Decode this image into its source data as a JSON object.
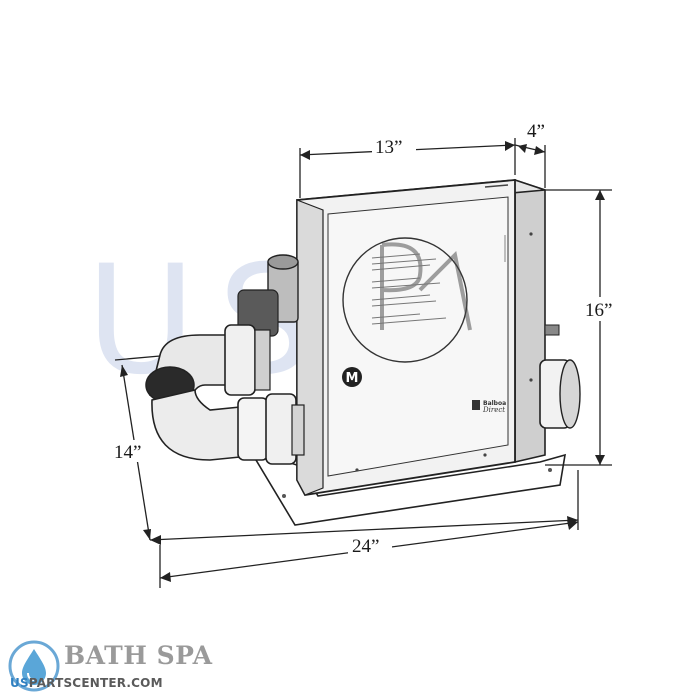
{
  "dimensions": {
    "width_top": "13”",
    "depth_top": "4”",
    "height_right": "16”",
    "depth_left": "14”",
    "width_bottom": "24”"
  },
  "unit_labels": {
    "panel_logo_letter": "M",
    "brand_top": "Balboa",
    "brand_bottom": "Direct"
  },
  "watermark": "USPC",
  "brand": {
    "name": "BATH SPA",
    "url_prefix": "US",
    "url_rest": "PARTSCENTER.COM"
  },
  "colors": {
    "watermark": "#cfd8ee",
    "brand_drop": "#5aa6d8",
    "line": "#1a1a1a"
  }
}
